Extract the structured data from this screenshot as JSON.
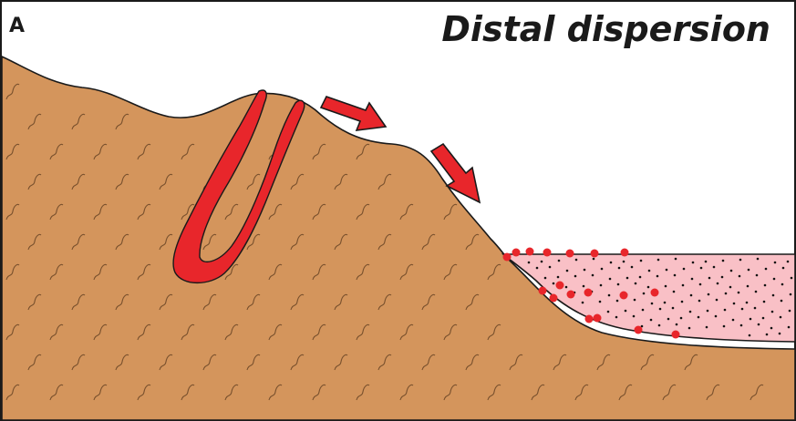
{
  "panel_label": "A",
  "title": "Distal dispersion",
  "colors": {
    "bedrock": "#d4955c",
    "vein": "#e8262b",
    "sediment": "#f9c0c6",
    "outline": "#1a1a1a",
    "sediment_dots": "#111111",
    "grains": "#e8262b",
    "background": "#ffffff"
  },
  "icons": {
    "transport_arrows": [
      "arrow-right-down-icon",
      "arrow-down-right-icon"
    ],
    "bedrock_texture": "squiggle-texture"
  }
}
